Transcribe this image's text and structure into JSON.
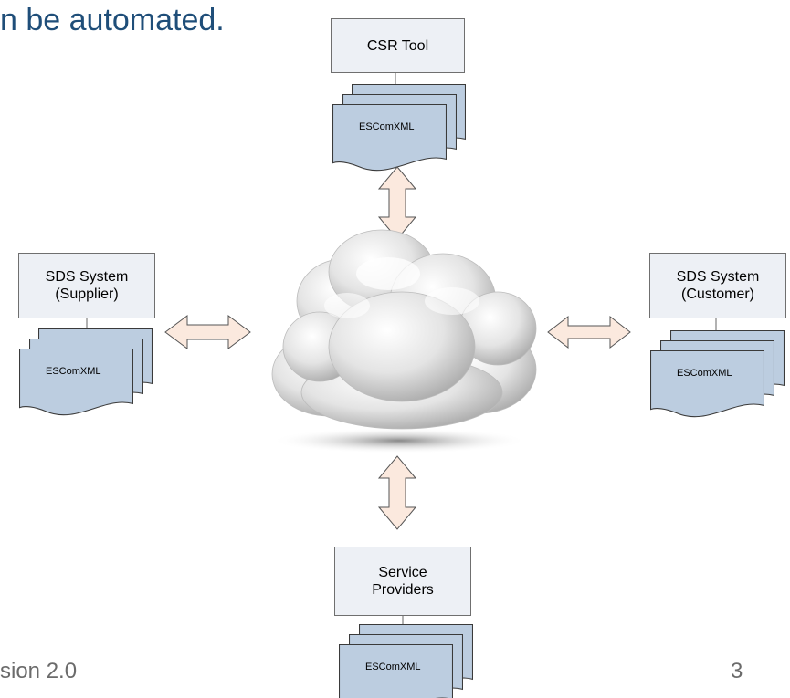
{
  "slide": {
    "title": "n be automated.",
    "footer_left": "sion 2.0",
    "page_number": "3"
  },
  "nodes": {
    "csr_tool": "CSR Tool",
    "sds_supplier_line1": "SDS System",
    "sds_supplier_line2": "(Supplier)",
    "sds_customer_line1": "SDS System",
    "sds_customer_line2": "(Customer)",
    "service_providers_line1": "Service",
    "service_providers_line2": "Providers"
  },
  "documents": {
    "label": "ESComXML"
  },
  "colors": {
    "title": "#1f4e79",
    "node_fill": "#edf0f5",
    "document_fill": "#bccde0",
    "arrow_fill": "#fbe9de"
  },
  "icons": {
    "hub": "cloud-icon",
    "links": "double-arrow-icon",
    "stacks": "document-stack-icon"
  }
}
